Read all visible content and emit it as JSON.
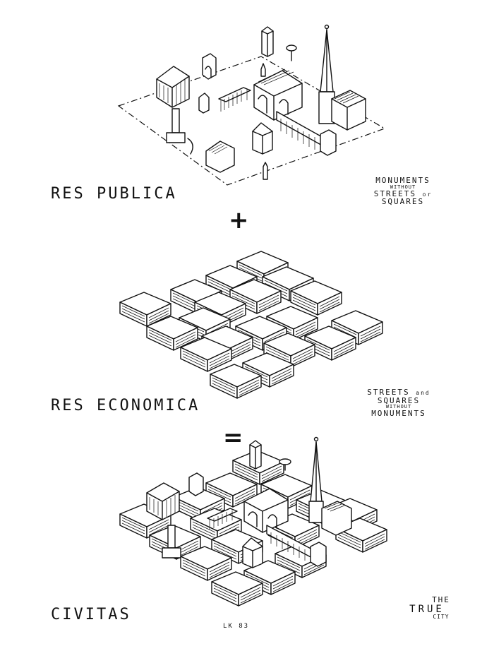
{
  "panels": [
    {
      "title": "RES PUBLICA",
      "note": [
        "MONUMENTS",
        "WITHOUT",
        "STREETS",
        "or",
        "SQUARES"
      ]
    },
    {
      "title": "RES ECONOMICA",
      "note": [
        "STREETS",
        "and",
        "SQUARES",
        "WITHOUT",
        "MONUMENTS"
      ]
    },
    {
      "title": "CIVITAS",
      "note": [
        "THE",
        "TRUE",
        "CITY"
      ]
    }
  ],
  "operators": {
    "plus": "+",
    "equals": "="
  },
  "credit": "LK 83"
}
